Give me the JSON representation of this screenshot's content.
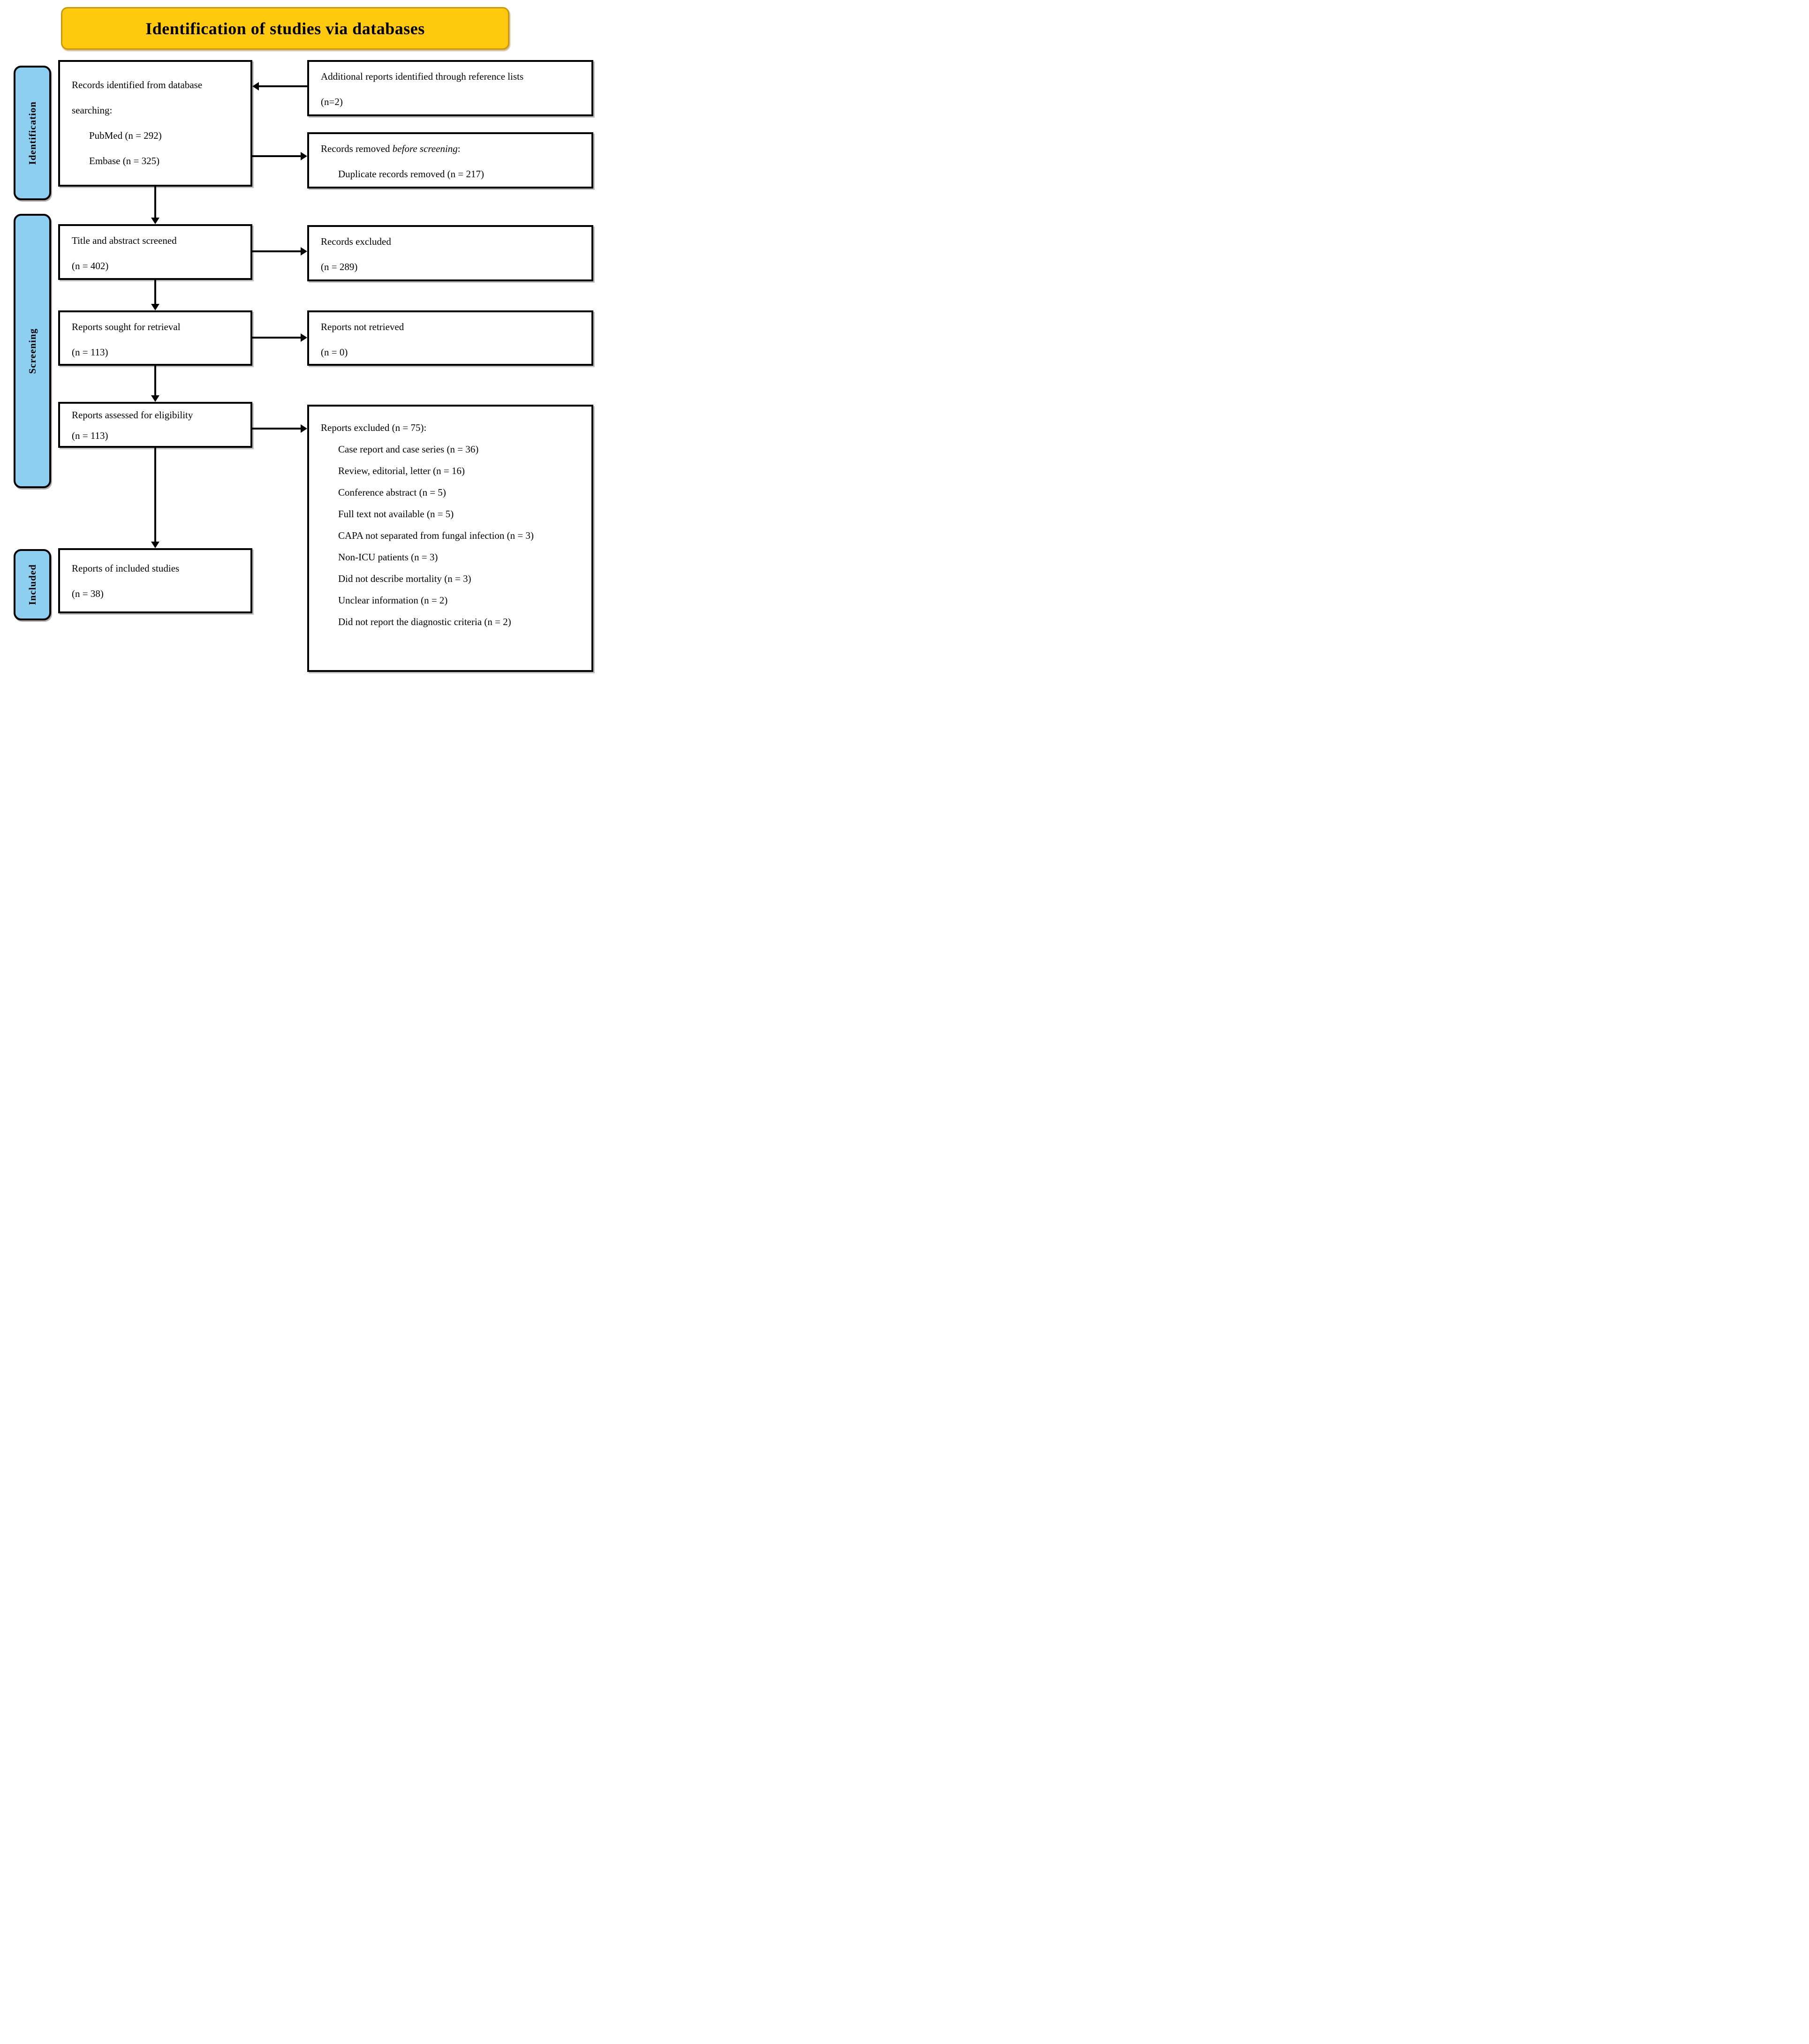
{
  "title_banner": {
    "label": "Identification of studies via databases"
  },
  "colors": {
    "banner_fill": "#FFC90D",
    "banner_border": "#C9980E",
    "sidebar_fill": "#8DCFF0",
    "box_border": "#000000"
  },
  "sidebars": {
    "identification": "Identification",
    "screening": "Screening",
    "included": "Included"
  },
  "boxes": {
    "records_identified": {
      "lines": [
        {
          "indent": 0,
          "parts": [
            {
              "t": "Records identified from database"
            }
          ]
        },
        {
          "indent": 0,
          "parts": [
            {
              "t": "searching:"
            }
          ]
        },
        {
          "indent": 1,
          "parts": [
            {
              "t": "PubMed (n = 292)"
            }
          ]
        },
        {
          "indent": 1,
          "parts": [
            {
              "t": "Embase (n = 325)"
            }
          ]
        }
      ]
    },
    "additional_reports": {
      "lines": [
        {
          "indent": 0,
          "parts": [
            {
              "t": "Additional reports identified through reference lists"
            }
          ]
        },
        {
          "indent": 0,
          "parts": [
            {
              "t": "(n=2)"
            }
          ]
        }
      ]
    },
    "records_removed": {
      "lines": [
        {
          "indent": 0,
          "parts": [
            {
              "t": "Records removed "
            },
            {
              "t": "before screening",
              "i": true
            },
            {
              "t": ":"
            }
          ]
        },
        {
          "indent": 1,
          "parts": [
            {
              "t": "Duplicate records removed (n = 217)"
            }
          ]
        }
      ]
    },
    "title_abstract_screened": {
      "lines": [
        {
          "indent": 0,
          "parts": [
            {
              "t": "Title and abstract screened"
            }
          ]
        },
        {
          "indent": 0,
          "parts": [
            {
              "t": "(n = 402)"
            }
          ]
        }
      ]
    },
    "records_excluded": {
      "lines": [
        {
          "indent": 0,
          "parts": [
            {
              "t": "Records excluded"
            }
          ]
        },
        {
          "indent": 0,
          "parts": [
            {
              "t": "(n = 289)"
            }
          ]
        }
      ]
    },
    "reports_sought": {
      "lines": [
        {
          "indent": 0,
          "parts": [
            {
              "t": "Reports sought for retrieval"
            }
          ]
        },
        {
          "indent": 0,
          "parts": [
            {
              "t": "(n = 113)"
            }
          ]
        }
      ]
    },
    "reports_not_retrieved": {
      "lines": [
        {
          "indent": 0,
          "parts": [
            {
              "t": "Reports not retrieved"
            }
          ]
        },
        {
          "indent": 0,
          "parts": [
            {
              "t": "(n = 0)"
            }
          ]
        }
      ]
    },
    "reports_assessed": {
      "lines": [
        {
          "indent": 0,
          "parts": [
            {
              "t": "Reports assessed for eligibility"
            }
          ]
        },
        {
          "indent": 0,
          "parts": [
            {
              "t": "(n = 113)"
            }
          ]
        }
      ]
    },
    "reports_excluded": {
      "lines": [
        {
          "indent": 0,
          "parts": [
            {
              "t": "Reports excluded (n = 75):"
            }
          ]
        },
        {
          "indent": 1,
          "parts": [
            {
              "t": "Case report and case series (n = 36)"
            }
          ]
        },
        {
          "indent": 1,
          "parts": [
            {
              "t": "Review, editorial, letter (n = 16)"
            }
          ]
        },
        {
          "indent": 1,
          "parts": [
            {
              "t": "Conference abstract (n = 5)"
            }
          ]
        },
        {
          "indent": 1,
          "parts": [
            {
              "t": "Full text not available (n = 5)"
            }
          ]
        },
        {
          "indent": 1,
          "parts": [
            {
              "t": "CAPA not separated from fungal infection (n = 3)"
            }
          ]
        },
        {
          "indent": 1,
          "parts": [
            {
              "t": "Non-ICU patients (n = 3)"
            }
          ]
        },
        {
          "indent": 1,
          "parts": [
            {
              "t": "Did not describe mortality (n = 3)"
            }
          ]
        },
        {
          "indent": 1,
          "parts": [
            {
              "t": "Unclear information (n = 2)"
            }
          ]
        },
        {
          "indent": 1,
          "parts": [
            {
              "t": "Did not report the diagnostic criteria (n = 2)"
            }
          ]
        }
      ]
    },
    "reports_included": {
      "lines": [
        {
          "indent": 0,
          "parts": [
            {
              "t": "Reports of included studies"
            }
          ]
        },
        {
          "indent": 0,
          "parts": [
            {
              "t": "(n = 38)"
            }
          ]
        }
      ]
    }
  }
}
